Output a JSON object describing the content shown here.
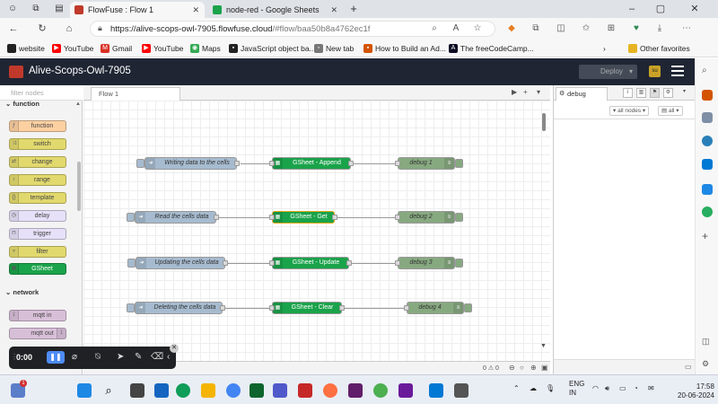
{
  "browser": {
    "tabs": [
      {
        "title": "FlowFuse : Flow 1",
        "active": true,
        "color": "#c0392b"
      },
      {
        "title": "node-red - Google Sheets",
        "active": false,
        "color": "#1aa34a"
      }
    ],
    "new_tab_symbol": "+",
    "close_symbol": "✕",
    "url_host": "https://alive-scops-owl-7905.flowfuse.cloud",
    "url_path": "/#flow/baa50b8a4762ec1f",
    "bookmarks": [
      {
        "label": "website",
        "color": "#222"
      },
      {
        "label": "YouTube",
        "color": "#ff0000"
      },
      {
        "label": "Gmail",
        "color": "#d93025"
      },
      {
        "label": "YouTube",
        "color": "#ff0000"
      },
      {
        "label": "Maps",
        "color": "#34a853"
      },
      {
        "label": "JavaScript object ba...",
        "color": "#222"
      },
      {
        "label": "New tab",
        "color": "#555"
      },
      {
        "label": "How to Build an Ad...",
        "color": "#d35400"
      },
      {
        "label": "The freeCodeCamp...",
        "color": "#0a0a23"
      }
    ],
    "other_favorites": "Other favorites"
  },
  "nodered": {
    "title": "Alive-Scops-Owl-7905",
    "deploy_label": "Deploy",
    "user_initials": "su",
    "palette": {
      "filter_placeholder": "filter nodes",
      "categories": [
        "function",
        "network"
      ],
      "function_nodes": [
        {
          "label": "function",
          "color": "#fdd0a2"
        },
        {
          "label": "switch",
          "color": "#e2d96e"
        },
        {
          "label": "change",
          "color": "#e2d96e"
        },
        {
          "label": "range",
          "color": "#e2d96e"
        },
        {
          "label": "template",
          "color": "#e2d96e"
        },
        {
          "label": "delay",
          "color": "#e6e0f8"
        },
        {
          "label": "trigger",
          "color": "#e6e0f8"
        },
        {
          "label": "filter",
          "color": "#e2d96e"
        },
        {
          "label": "GSheet",
          "color": "#1aa34a"
        }
      ],
      "network_nodes": [
        {
          "label": "mqtt in",
          "color": "#d8bfd8"
        },
        {
          "label": "mqtt out",
          "color": "#d8bfd8"
        }
      ]
    },
    "flow_tab": "Flow 1",
    "flows": [
      {
        "inject": "Writing data to the cells",
        "gsheet": "GSheet - Append",
        "debug": "debug 1"
      },
      {
        "inject": "Read the cells data",
        "gsheet": "GSheet - Get",
        "debug": "debug 2"
      },
      {
        "inject": "Updating the cells data",
        "gsheet": "GSheet - Update",
        "debug": "debug 3"
      },
      {
        "inject": "Deleting the cells data",
        "gsheet": "GSheet - Clear",
        "debug": "debug 4"
      }
    ],
    "footer_counts": "0 ⚠ 0",
    "sidebar": {
      "tab": "debug",
      "filter_all_nodes": "all nodes",
      "filter_all": "all"
    }
  },
  "recorder": {
    "time": "0:00"
  },
  "taskbar": {
    "lang": "ENG",
    "region": "IN",
    "time": "17:58",
    "date": "20-06-2024",
    "notification_count": "1"
  }
}
